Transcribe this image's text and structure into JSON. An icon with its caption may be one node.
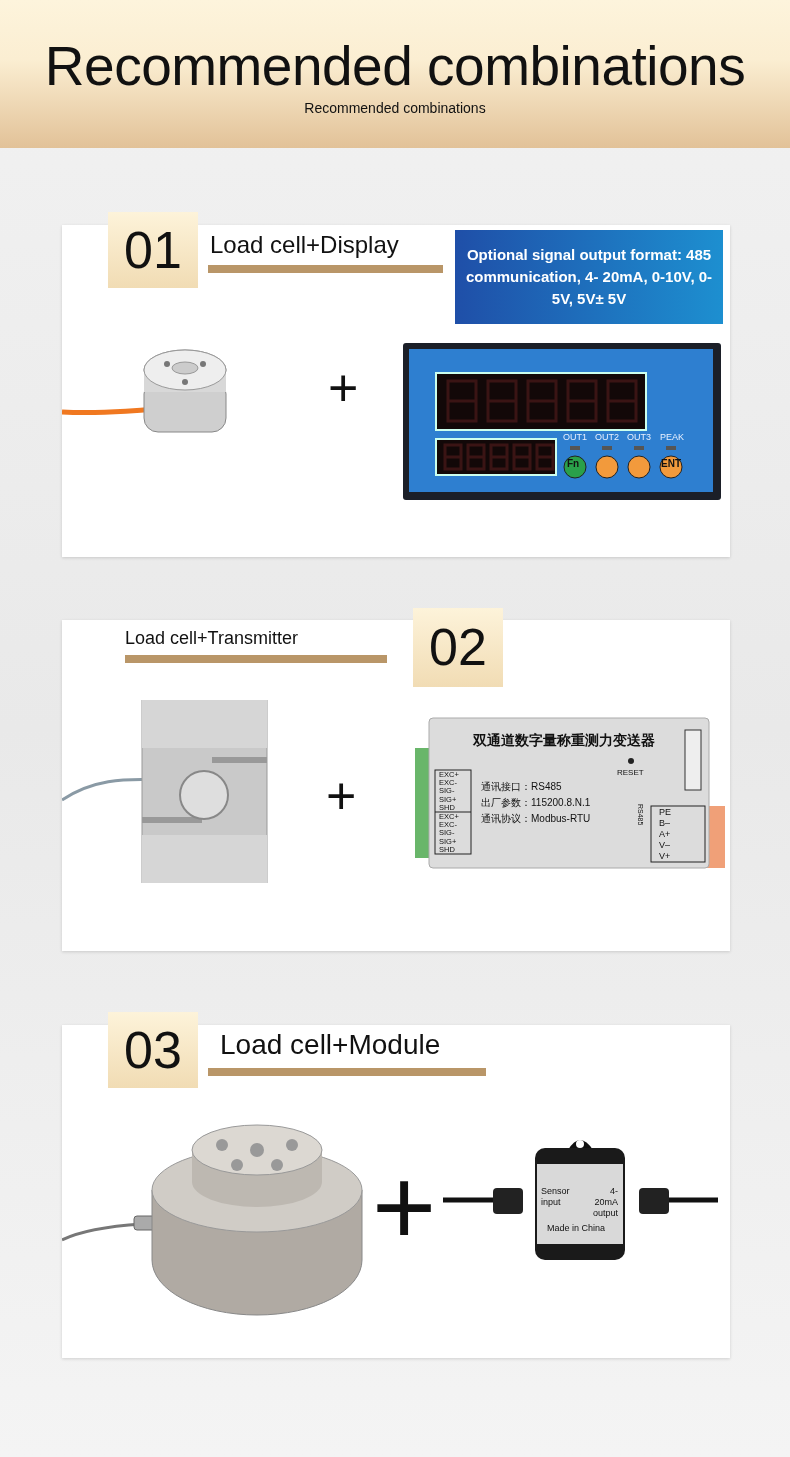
{
  "diagram": {
    "title": "Recommended combinations",
    "nodes": [
      {
        "text": [
          "Load cell+Display"
        ]
      },
      {
        "text": [
          "01"
        ],
        "in": 0
      },
      {
        "text": [
          "Optional signal output format: 485 communication, 4- 20mA, 0-10V, 0-5V, 5V± 5V"
        ],
        "in": 0
      },
      {
        "text": [],
        "shape": "picture",
        "in": 0
      },
      {
        "text": [
          "OUT1",
          "OUT2",
          "OUT3",
          "PEAK",
          "Fn",
          "ENT"
        ],
        "in": 0
      },
      {
        "text": [
          "Load cell+Transmitter"
        ]
      },
      {
        "text": [
          "02"
        ],
        "in": 5
      },
      {
        "text": [],
        "shape": "picture",
        "in": 5
      },
      {
        "text": [
          "双通道数字量称重测力变送器",
          "RESET",
          "EXC+ EXC- SIG- SIG+ SHD",
          "EXC+ EXC- SIG- SIG+ SHD",
          "通讯接口：RS485",
          "出厂参数：115200.8.N.1",
          "通讯协议：Modbus-RTU",
          "PE B– A+ V– V+",
          "RS485"
        ],
        "in": 5
      },
      {
        "text": [
          "Load cell+Module"
        ]
      },
      {
        "text": [
          "03"
        ],
        "in": 9
      },
      {
        "text": [],
        "shape": "picture",
        "in": 9
      },
      {
        "text": [
          "Sensor input",
          "4-20mA output",
          "Made in China"
        ],
        "in": 9
      }
    ],
    "labels": [
      "Recommended combinations",
      "+",
      "+",
      "+"
    ]
  }
}
